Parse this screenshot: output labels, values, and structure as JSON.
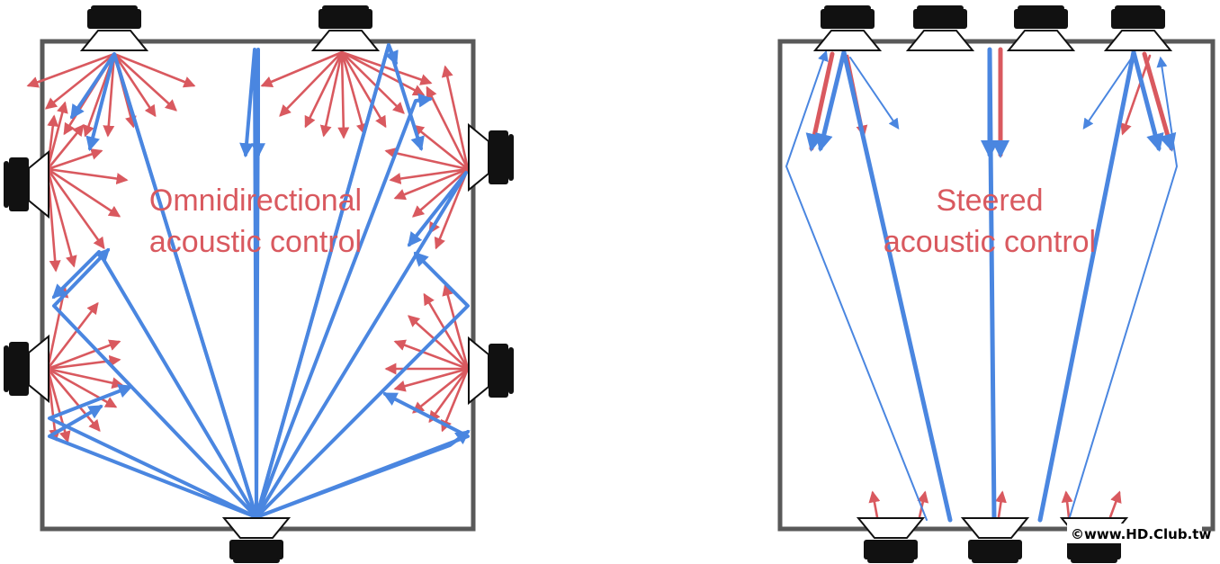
{
  "panels": [
    {
      "label_line1": "Omnidirectional",
      "label_line2": "acoustic control"
    },
    {
      "label_line1": "Steered",
      "label_line2": "acoustic control"
    }
  ],
  "watermark": "©www.HD.Club.tw",
  "colors": {
    "room_wall": "#595959",
    "direct_sound": "#d9595f",
    "reflected_sound": "#4a86e0",
    "speaker_body": "#111111"
  }
}
